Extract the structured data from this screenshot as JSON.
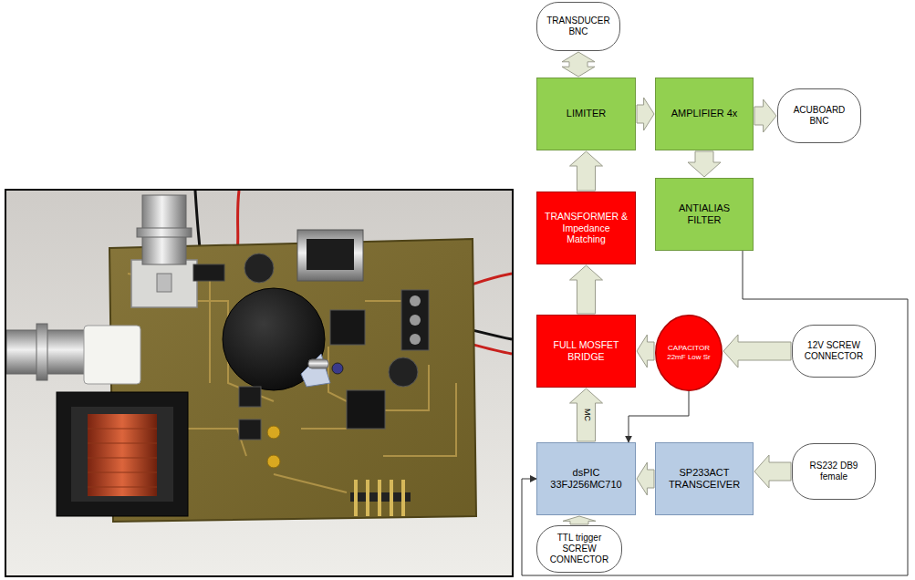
{
  "diagram": {
    "nodes": [
      {
        "text": [
          "TRANSDUCER BNC"
        ]
      },
      {
        "text": [
          "LIMITER"
        ]
      },
      {
        "text": [
          "AMPLIFIER 4x"
        ]
      },
      {
        "text": [
          "ACUBOARD BNC"
        ]
      },
      {
        "text": [
          "TRANSFORMER & Impedance Matching"
        ]
      },
      {
        "text": [
          "ANTIALIAS FILTER"
        ]
      },
      {
        "text": [
          "FULL MOSFET BRIDGE"
        ]
      },
      {
        "text": [
          "CAPACITOR 22mF Low Sr"
        ]
      },
      {
        "text": [
          "12V SCREW CONNECTOR"
        ]
      },
      {
        "text": [
          "dsPIC 33FJ256MC710"
        ]
      },
      {
        "text": [
          "SP233ACT TRANSCEIVER"
        ]
      },
      {
        "text": [
          "RS232 DB9 female"
        ]
      },
      {
        "text": [
          "TTL trigger SCREW CONNECTOR"
        ]
      }
    ],
    "edges": [
      {
        "from": 0,
        "to": 1,
        "arrow": "both"
      },
      {
        "from": 1,
        "to": 2,
        "arrow": "to"
      },
      {
        "from": 2,
        "to": 3,
        "arrow": "to"
      },
      {
        "from": 2,
        "to": 5,
        "arrow": "to"
      },
      {
        "from": 4,
        "to": 1,
        "arrow": "to"
      },
      {
        "from": 6,
        "to": 4,
        "arrow": "to"
      },
      {
        "from": 7,
        "to": 6,
        "arrow": "to"
      },
      {
        "from": 8,
        "to": 7,
        "arrow": "to"
      },
      {
        "from": 9,
        "to": 6,
        "label": "MC",
        "arrow": "to"
      },
      {
        "from": 10,
        "to": 9,
        "arrow": "to"
      },
      {
        "from": 11,
        "to": 10,
        "arrow": "to"
      },
      {
        "from": 12,
        "to": 9,
        "arrow": "to"
      },
      {
        "from": 5,
        "to": 9,
        "arrow": "to"
      },
      {
        "from": 7,
        "to": 9,
        "arrow": "to"
      }
    ]
  }
}
